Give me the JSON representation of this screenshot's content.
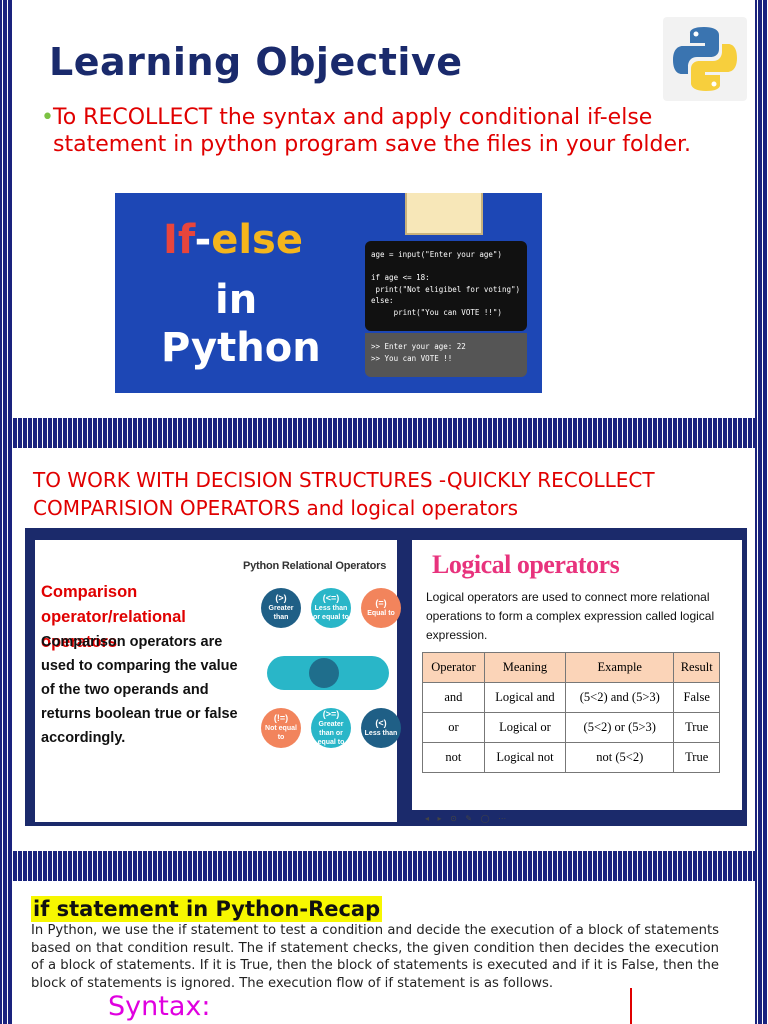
{
  "slide1": {
    "title": "Learning Objective",
    "bullet": "To  RECOLLECT the syntax  and apply  conditional  if-else statement in python program save the files in your folder.",
    "banner": {
      "if": "If",
      "dash": "-",
      "else": "else",
      "in": "in",
      "python": "Python",
      "code": "age = input(\"Enter your age\")\n\nif age <= 18:\n print(\"Not eligibel for voting\")\nelse:\n     print(\"You can VOTE !!\")",
      "output": ">> Enter your age: 22\n>> You can VOTE !!"
    }
  },
  "slide2": {
    "heading": "TO WORK WITH DECISION STRUCTURES -QUICKLY RECOLLECT COMPARISION OPERATORS and logical operators",
    "comparison": {
      "title": "Comparison operator/relational operators",
      "body": "Comparison operators are used to comparing the value of the two operands and returns boolean true or false accordingly.",
      "diagram_title": "Python Relational Operators",
      "ops": [
        {
          "sym": "(>)",
          "label": "Greater than",
          "color": "#1f5f86"
        },
        {
          "sym": "(<=)",
          "label": "Less than or equal to",
          "color": "#29b6c8"
        },
        {
          "sym": "(=)",
          "label": "Equal to",
          "color": "#f2845c"
        },
        {
          "sym": "(!=)",
          "label": "Not equal to",
          "color": "#f2845c"
        },
        {
          "sym": "(>=)",
          "label": "Greater than or equal to",
          "color": "#29b6c8"
        },
        {
          "sym": "(<)",
          "label": "Less than",
          "color": "#1f5f86"
        }
      ]
    },
    "logical": {
      "title": "Logical operators",
      "description": "Logical operators are used to connect more relational operations to form a complex expression called logical expression.",
      "headers": [
        "Operator",
        "Meaning",
        "Example",
        "Result"
      ],
      "rows": [
        [
          "and",
          "Logical and",
          "(5<2) and (5>3)",
          "False"
        ],
        [
          "or",
          "Logical or",
          "(5<2) or (5>3)",
          "True"
        ],
        [
          "not",
          "Logical not",
          "not (5<2)",
          "True"
        ]
      ]
    }
  },
  "slide3": {
    "title": "if statement in Python-Recap",
    "body": "In Python, we use the if statement to test a condition and decide the execution of a block of statements based on that condition result. The if statement checks, the given condition then decides the execution of a block of statements. If it is True, then the block of statements is executed and if it is False, then the block of statements is ignored. The execution flow of if statement is as follows.",
    "syntax_label": "Syntax:"
  },
  "colors": {
    "title_navy": "#1a2a6c",
    "red": "#e00000",
    "highlight": "#f7f700",
    "magenta": "#e000e0"
  }
}
